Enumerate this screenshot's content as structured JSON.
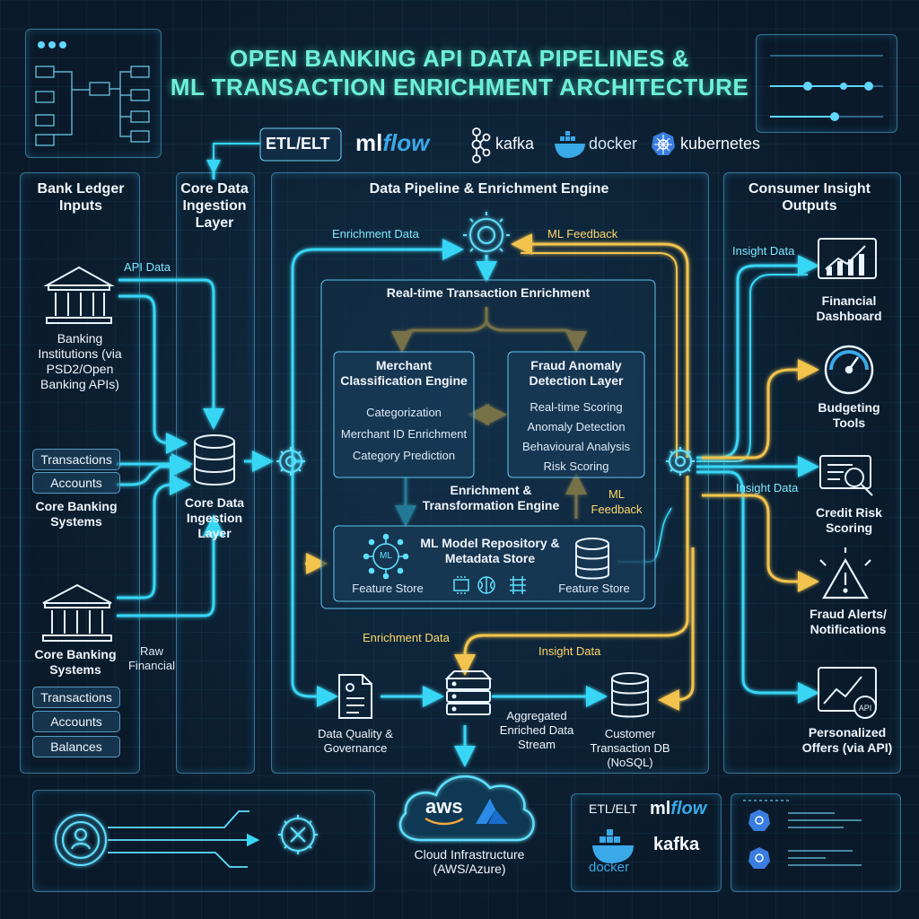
{
  "title": {
    "line1": "OPEN BANKING API DATA PIPELINES &",
    "line2": "ML TRANSACTION ENRICHMENT ARCHITECTURE"
  },
  "toolbar": {
    "etl": "ETL/ELT",
    "mlflow_ml": "ml",
    "mlflow_flow": "flow",
    "kafka": "kafka",
    "docker": "docker",
    "kubernetes": "kubernetes"
  },
  "bank_ledger": {
    "header": "Bank Ledger Inputs",
    "banking_institutions": "Banking Institutions (via PSD2/Open Banking APIs)",
    "api_data": "API Data",
    "items_top": [
      "Transactions",
      "Accounts"
    ],
    "core_banking_systems_1": "Core Banking Systems",
    "core_banking_systems_2": "Core Banking Systems",
    "raw_financial": "Raw Financial",
    "items_bottom": [
      "Transactions",
      "Accounts",
      "Balances"
    ]
  },
  "ingestion": {
    "header": "Core Data Ingestion Layer",
    "db_label": "Core Data Ingestion Layer"
  },
  "engine": {
    "header": "Data Pipeline & Enrichment Engine",
    "enrichment_data_top": "Enrichment Data",
    "ml_feedback_top": "ML Feedback",
    "realtime_header": "Real-time Transaction Enrichment",
    "merchant": {
      "title": "Merchant Classification Engine",
      "items": [
        "Categorization",
        "Merchant ID Enrichment",
        "Category Prediction"
      ]
    },
    "fraud": {
      "title": "Fraud Anomaly Detection Layer",
      "items": [
        "Real-time Scoring",
        "Anomaly Detection",
        "Behavioural Analysis",
        "Risk Scoring"
      ]
    },
    "transformation": "Enrichment & Transformation Engine",
    "ml_feedback_mid": "ML Feedback",
    "repo_title": "ML Model Repository & Metadata Store",
    "feature_store_left": "Feature Store",
    "feature_store_right": "Feature Store",
    "ml_chip": "ML",
    "enrichment_data_bottom": "Enrichment Data",
    "insight_data_bottom": "Insight Data",
    "data_quality": "Data Quality & Governance",
    "aggregated": "Aggregated Enriched Data Stream",
    "customer_db": "Customer Transaction DB (NoSQL)"
  },
  "outputs": {
    "header": "Consumer Insight Outputs",
    "insight_data_top": "Insight Data",
    "insight_data_mid": "Insight Data",
    "items": [
      "Financial Dashboard",
      "Budgeting Tools",
      "Credit Risk Scoring",
      "Fraud Alerts/ Notifications",
      "Personalized Offers (via API)"
    ],
    "api_badge": "API"
  },
  "cloud": {
    "aws": "aws",
    "label": "Cloud Infrastructure (AWS/Azure)"
  },
  "bottom_right": {
    "etl": "ETL/ELT",
    "mlflow_ml": "ml",
    "mlflow_flow": "flow",
    "docker": "docker",
    "kafka": "kafka"
  },
  "colors": {
    "cyan": "#38d6f5",
    "yellow": "#f2c44e",
    "teal_title": "#6ff0d8"
  }
}
